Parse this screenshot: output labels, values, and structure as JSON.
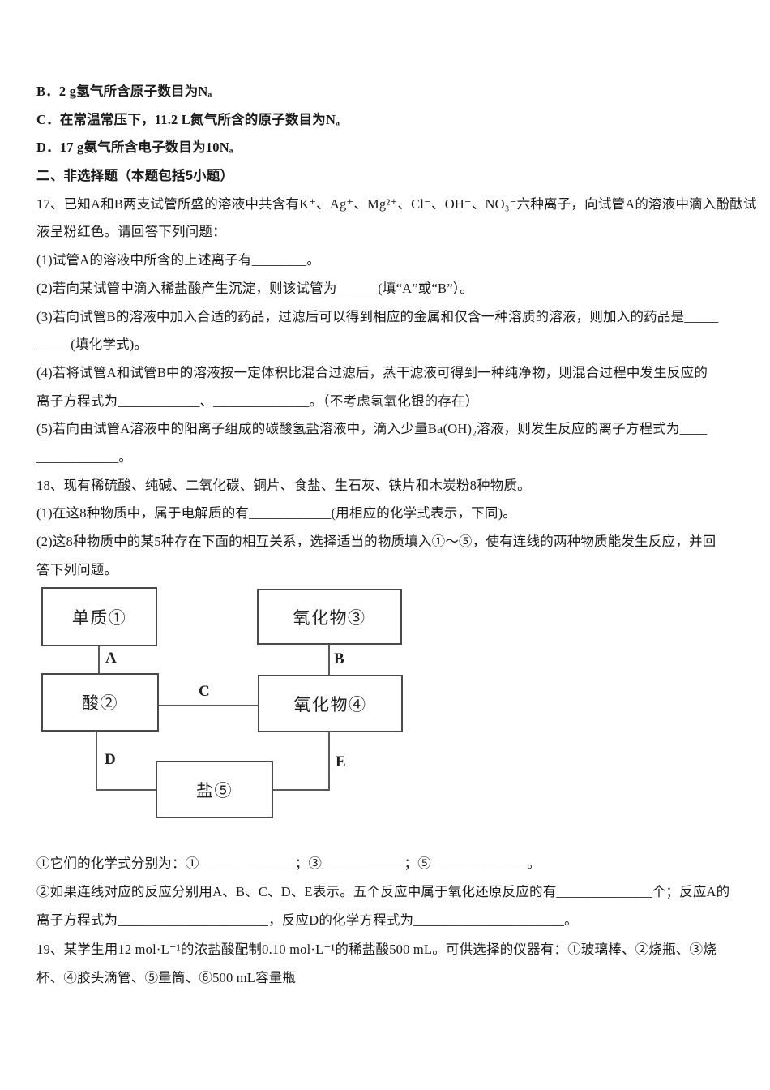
{
  "colors": {
    "page_bg": "#ffffff",
    "text": "#1a1a1a",
    "diagram_line": "#5a5a5a"
  },
  "options": {
    "items": [
      "B．2 g氢气所含原子数目为Nₐ",
      "C．在常温常压下，11.2 L氮气所含的原子数目为Nₐ",
      "D．17 g氨气所含电子数目为10Nₐ"
    ]
  },
  "section": {
    "header": "二、非选择题（本题包括5小题）"
  },
  "q17": {
    "lines": [
      "17、已知A和B两支试管所盛的溶液中共含有K⁺、Ag⁺、Mg²⁺、Cl⁻、OH⁻、NO₃⁻六种离子，向试管A的溶液中滴入酚酞试",
      "液呈粉红色。请回答下列问题：",
      "(1)试管A的溶液中所含的上述离子有________。",
      "(2)若向某试管中滴入稀盐酸产生沉淀，则该试管为______(填“A”或“B”）。",
      "(3)若向试管B的溶液中加入合适的药品，过滤后可以得到相应的金属和仅含一种溶质的溶液，则加入的药品是_____",
      "_____(填化学式)。",
      "(4)若将试管A和试管B中的溶液按一定体积比混合过滤后，蒸干滤液可得到一种纯净物，则混合过程中发生反应的",
      "离子方程式为____________、______________。（不考虑氢氧化银的存在）",
      "(5)若向由试管A溶液中的阳离子组成的碳酸氢盐溶液中，滴入少量Ba(OH)₂溶液，则发生反应的离子方程式为____",
      "____________。"
    ]
  },
  "q18": {
    "lines": [
      "18、现有稀硫酸、纯碱、二氧化碳、铜片、食盐、生石灰、铁片和木炭粉8种物质。",
      "(1)在这8种物质中，属于电解质的有____________(用相应的化学式表示，下同)。",
      "(2)这8种物质中的某5种存在下面的相互关系，选择适当的物质填入①～⑤，使有连线的两种物质能发生反应，并回",
      "答下列问题。"
    ]
  },
  "diagram": {
    "boxes": {
      "b1": "单质①",
      "b2": "酸②",
      "b3": "氧化物③",
      "b4": "氧化物④",
      "b5": "盐⑤"
    },
    "labels": {
      "a": "A",
      "b": "B",
      "c": "C",
      "d": "D",
      "e": "E"
    }
  },
  "q18b": {
    "lines": [
      "①它们的化学式分别为：①______________；③____________；⑤______________。",
      "②如果连线对应的反应分别用A、B、C、D、E表示。五个反应中属于氧化还原反应的有______________个；反应A的",
      "离子方程式为______________________，反应D的化学方程式为______________________。"
    ]
  },
  "q19": {
    "lines": [
      "19、某学生用12 mol·L⁻¹的浓盐酸配制0.10 mol·L⁻¹的稀盐酸500 mL。可供选择的仪器有：①玻璃棒、②烧瓶、③烧",
      "杯、④胶头滴管、⑤量筒、⑥500 mL容量瓶"
    ]
  }
}
